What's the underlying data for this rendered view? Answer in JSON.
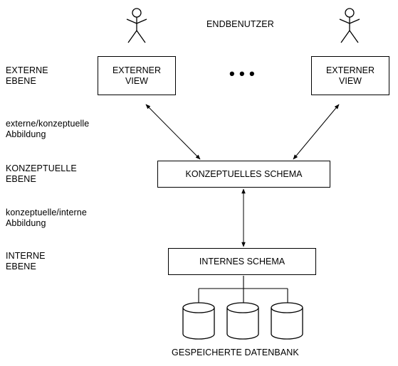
{
  "top_label": "ENDBENUTZER",
  "levels": {
    "external": [
      "EXTERNE",
      "EBENE"
    ],
    "ext_conc_mapping": [
      "externe/konzeptuelle",
      "Abbildung"
    ],
    "conceptual": [
      "KONZEPTUELLE",
      "EBENE"
    ],
    "conc_int_mapping": [
      "konzeptuelle/interne",
      "Abbildung"
    ],
    "internal": [
      "INTERNE",
      "EBENE"
    ]
  },
  "external_view_left": [
    "EXTERNER",
    "VIEW"
  ],
  "external_view_right": [
    "EXTERNER",
    "VIEW"
  ],
  "ellipsis": "• • •",
  "conceptual_schema": "KONZEPTUELLES SCHEMA",
  "internal_schema": "INTERNES SCHEMA",
  "storage_label": "GESPEICHERTE DATENBANK",
  "icons": {
    "user": "stick-figure-icon",
    "database": "database-cylinder-icon"
  }
}
